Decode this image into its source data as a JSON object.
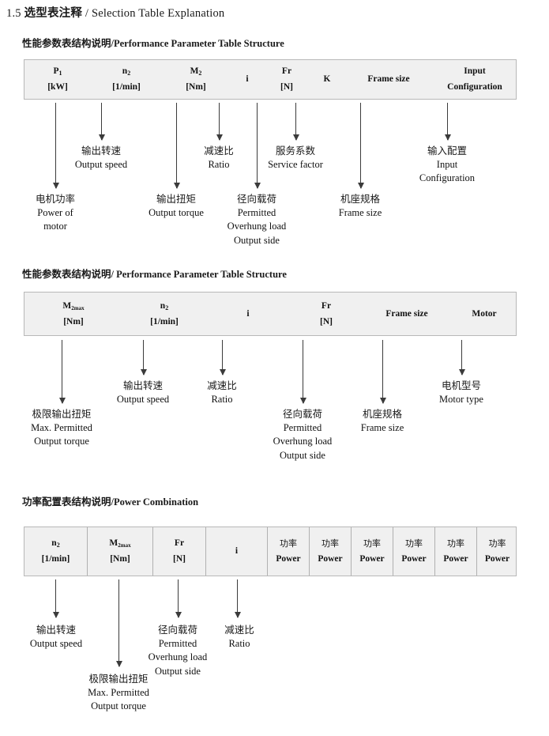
{
  "page": {
    "title_number": "1.5",
    "title_cn": "选型表注释",
    "title_sep": "/",
    "title_en": "Selection Table Explanation"
  },
  "sections": [
    {
      "heading_cn": "性能参数表结构说明",
      "heading_sep": "/",
      "heading_en": "Performance Parameter Table Structure",
      "table": {
        "columns": [
          {
            "line1": "P",
            "sub1": "1",
            "line2": "[kW]"
          },
          {
            "line1": "n",
            "sub1": "2",
            "line2": "[1/min]"
          },
          {
            "line1": "M",
            "sub1": "2",
            "line2": "[Nm]"
          },
          {
            "line1": "i",
            "sub1": "",
            "line2": ""
          },
          {
            "line1": "Fr",
            "sub1": "",
            "line2": "[N]"
          },
          {
            "line1": "K",
            "sub1": "",
            "line2": ""
          },
          {
            "line1": "Frame size",
            "sub1": "",
            "line2": ""
          },
          {
            "line1": "Input",
            "sub1": "",
            "line2": "Configuration"
          }
        ]
      },
      "annotations": [
        {
          "cn": "电机功率",
          "en1": "Power of",
          "en2": "motor",
          "en3": ""
        },
        {
          "cn": "输出转速",
          "en1": "Output speed",
          "en2": "",
          "en3": ""
        },
        {
          "cn": "输出扭矩",
          "en1": "Output torque",
          "en2": "",
          "en3": ""
        },
        {
          "cn": "减速比",
          "en1": "Ratio",
          "en2": "",
          "en3": ""
        },
        {
          "cn": "径向载荷",
          "en1": "Permitted",
          "en2": "Overhung load",
          "en3": "Output side"
        },
        {
          "cn": "服务系数",
          "en1": "Service factor",
          "en2": "",
          "en3": ""
        },
        {
          "cn": "机座规格",
          "en1": "Frame size",
          "en2": "",
          "en3": ""
        },
        {
          "cn": "输入配置",
          "en1": "Input",
          "en2": "Configuration",
          "en3": ""
        }
      ]
    },
    {
      "heading_cn": "性能参数表结构说明",
      "heading_sep": "/",
      "heading_en": "Performance Parameter Table Structure",
      "table": {
        "columns": [
          {
            "line1": "M",
            "sub1": "2max",
            "line2": "[Nm]"
          },
          {
            "line1": "n",
            "sub1": "2",
            "line2": "[1/min]"
          },
          {
            "line1": "i",
            "sub1": "",
            "line2": ""
          },
          {
            "line1": "Fr",
            "sub1": "",
            "line2": "[N]"
          },
          {
            "line1": "Frame size",
            "sub1": "",
            "line2": ""
          },
          {
            "line1": "Motor",
            "sub1": "",
            "line2": ""
          }
        ]
      },
      "annotations": [
        {
          "cn": "极限输出扭矩",
          "en1": "Max. Permitted",
          "en2": "Output  torque",
          "en3": ""
        },
        {
          "cn": "输出转速",
          "en1": "Output speed",
          "en2": "",
          "en3": ""
        },
        {
          "cn": "减速比",
          "en1": "Ratio",
          "en2": "",
          "en3": ""
        },
        {
          "cn": "径向载荷",
          "en1": "Permitted",
          "en2": "Overhung load",
          "en3": "Output side"
        },
        {
          "cn": "机座规格",
          "en1": "Frame size",
          "en2": "",
          "en3": ""
        },
        {
          "cn": "电机型号",
          "en1": "Motor type",
          "en2": "",
          "en3": ""
        }
      ]
    },
    {
      "heading_cn": "功率配置表结构说明",
      "heading_sep": "/",
      "heading_en": "Power Combination",
      "table": {
        "columns": [
          {
            "line1": "n",
            "sub1": "2",
            "line2": "[1/min]"
          },
          {
            "line1": "M",
            "sub1": "2max",
            "line2": "[Nm]"
          },
          {
            "line1": "Fr",
            "sub1": "",
            "line2": "[N]"
          },
          {
            "line1": "i",
            "sub1": "",
            "line2": ""
          },
          {
            "line1_cn": "功率",
            "line2": "Power"
          },
          {
            "line1_cn": "功率",
            "line2": "Power"
          },
          {
            "line1_cn": "功率",
            "line2": "Power"
          },
          {
            "line1_cn": "功率",
            "line2": "Power"
          },
          {
            "line1_cn": "功率",
            "line2": "Power"
          },
          {
            "line1_cn": "功率",
            "line2": "Power"
          }
        ]
      },
      "annotations": [
        {
          "cn": "输出转速",
          "en1": "Output speed",
          "en2": "",
          "en3": ""
        },
        {
          "cn": "极限输出扭矩",
          "en1": "Max. Permitted",
          "en2": "Output  torque",
          "en3": ""
        },
        {
          "cn": "径向载荷",
          "en1": "Permitted",
          "en2": "Overhung load",
          "en3": "Output side"
        },
        {
          "cn": "减速比",
          "en1": "Ratio",
          "en2": "",
          "en3": ""
        }
      ]
    }
  ],
  "colors": {
    "table_fill": "#f0f0f0",
    "table_border": "#b8b8b8",
    "arrow": "#3b3b3b",
    "text": "#1a1a1a",
    "page_bg": "#ffffff"
  }
}
